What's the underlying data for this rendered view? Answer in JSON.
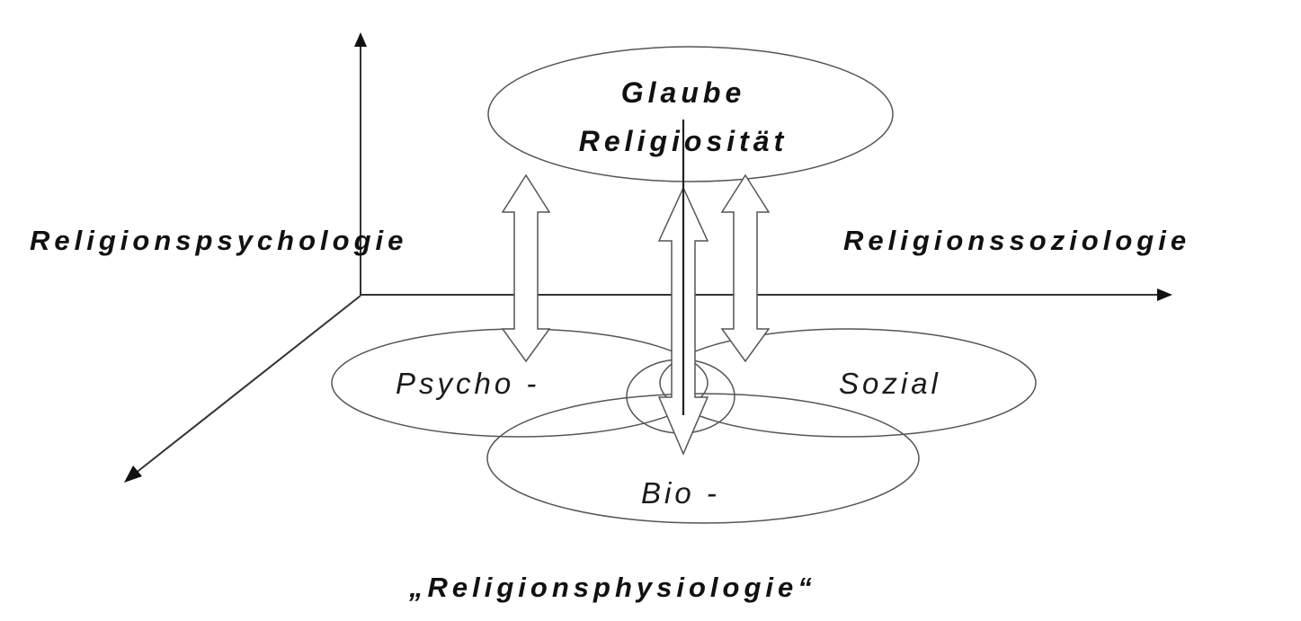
{
  "diagram": {
    "top": {
      "line1": "Glaube",
      "line2": "Religiosität"
    },
    "axes": {
      "left_label": "Religionspsychologie",
      "right_label": "Religionssoziologie",
      "bottom_label": "„Religionsphysiologie“"
    },
    "circles": {
      "psycho": "Psycho -",
      "sozial": "Sozial",
      "bio": "Bio -"
    },
    "colors": {
      "line": "#555555",
      "text": "#111111",
      "background": "#ffffff"
    }
  }
}
